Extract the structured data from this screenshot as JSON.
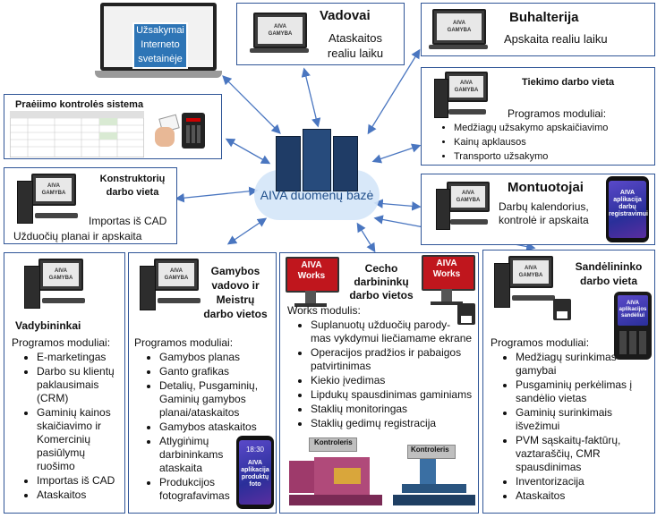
{
  "center": {
    "label": "AIVA duomenų bazė"
  },
  "monitor_text": "AIVA\nGAMYBA",
  "website": {
    "banner": "Užsakymai\nInterneto\nsvetainėje"
  },
  "vadovai": {
    "title": "Vadovai",
    "subtitle": "Ataskaitos\nrealiu laiku"
  },
  "buhalterija": {
    "title": "Buhalterija",
    "subtitle": "Apskaita realiu laiku"
  },
  "praeimo": {
    "title": "Praėiimo kontrolės sistema"
  },
  "tiekimo": {
    "title": "Tiekimo darbo vieta",
    "modules_heading": "Programos moduliai:",
    "items": [
      "Medžiagų užsakymo apskaičiavimo",
      "Kainų apklausos",
      "Transporto užsakymo"
    ]
  },
  "konstruktoriu": {
    "title": "Konstruktorių\ndarbo vieta",
    "line1": "Importas iš CAD",
    "line2": "Užduočių planai ir apskaita"
  },
  "montuotojai": {
    "title": "Montuotojai",
    "subtitle": "Darbų kalendorius,\nkontrolė ir apskaita",
    "app": "AIVA\naplikacija\ndarbų\nregistravimui"
  },
  "vadybininkai": {
    "title": "Vadybininkai",
    "modules_heading": "Programos moduliai:",
    "items": [
      "E-marketingas",
      "Darbo su klientų\npaklausimais\n(CRM)",
      "Gaminių kainos\nskaičiavimo ir\nKomercinių\npasiūlymų\nruošimo",
      "Importas iš CAD",
      "Ataskaitos"
    ]
  },
  "gamybos": {
    "title": "Gamybos\nvadovo ir\nMeistrų\ndarbo vietos",
    "modules_heading": "Programos moduliai:",
    "items": [
      "Gamybos planas",
      "Ganto grafikas",
      "Detalių, Pusgaminių,\nGaminių gamybos\nplanai/ataskaitos",
      "Gamybos ataskaitos",
      "Atlygiṅimų\ndarbininkams\nataskaita",
      "Produkcijos\nfotografavimas"
    ],
    "phone_time": "18:30",
    "app": "AIVA\naplikacija\nproduktų\nfoto"
  },
  "cecho": {
    "title": "Cecho\ndarbininkų\ndarbo vietos",
    "works_label": "AIVA\nWorks",
    "modules_heading": "Works modulis:",
    "items": [
      "Suplanuotų užduočių parody-\nmas vykdymui liečiamame ekrane",
      "Operacijos pradžios ir pabaigos\npatvirtinimas",
      "Kiekio įvedimas",
      "Lipdukų spausdinimas gaminiams",
      "Staklių monitoringas",
      "Staklių gedimų registracija"
    ],
    "kontroleris": "Kontroleris"
  },
  "sandelininko": {
    "title": "Sandėlininko\ndarbo vieta",
    "modules_heading": "Programos moduliai:",
    "items": [
      "Medžiagų surinkimas\ngamybai",
      "Pusgaminių perkėlimas į\nsandėlio vietas",
      "Gaminių surinkimais\nišvežimui",
      "PVM sąskaitų-faktūrų,\nvaztaraščių, CMR\nspausdinimas",
      "Inventorizacija",
      "Ataskaitos"
    ],
    "app": "AIVA\naplikacijos\nsandėliui"
  },
  "colors": {
    "border": "#2f5597",
    "arrow": "#4a76c0",
    "banner": "#2e75b6"
  }
}
